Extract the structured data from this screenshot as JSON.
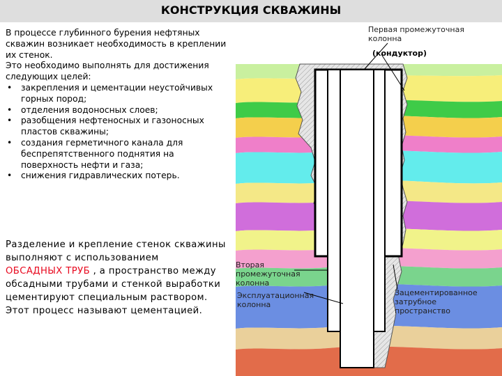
{
  "title": "КОНСТРУКЦИЯ СКВАЖИНЫ",
  "intro": {
    "paragraph": "В процессе глубинного бурения нефтяных скважин возникает необходимость в креплении их стенок.",
    "purpose": "Это необходимо выполнять для достижения следующих целей:",
    "bullet_glyph": "•",
    "bullets": [
      "закрепления и цементации неустойчивых горных пород;",
      "отделения водоносных слоев;",
      "разобщения нефтеносных и газоносных пластов скважины;",
      "создания герметичного канала для беспрепятственного поднятия на поверхность нефти и газа;",
      "снижения гидравлических потерь."
    ]
  },
  "paragraph2": {
    "before": "Разделение и крепление стенок скважины выполняют с использованием",
    "highlight": "ОБСАДНЫХ ТРУБ",
    "after": ", а пространство между обсадными трубами и стенкой выработки цементируют специальным раствором.",
    "closing": "Этот процесс называют цементацией."
  },
  "labels": {
    "first_casing": "Первая промежуточная колонна",
    "conductor": "(кондуктор)",
    "second_casing": "Вторая промежуточная колонна",
    "production_casing": "Эксплуатационная колонна",
    "cemented_annulus": "Зацементированное затрубное пространство"
  },
  "colors": {
    "highlight_text": "#e8081e",
    "title_bar": "#dedede",
    "cement": "#e6e6e6",
    "casing": "#ffffff",
    "layers": [
      "#c9f09f",
      "#f7ee7a",
      "#3fcb48",
      "#f4cf4c",
      "#ef7fc9",
      "#63ecec",
      "#f4e887",
      "#d06edb",
      "#f1f38a",
      "#f4a0ce",
      "#7ad48d",
      "#6b8ee2",
      "#ead09b",
      "#e26c4a"
    ]
  }
}
